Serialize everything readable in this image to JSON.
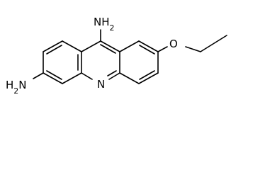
{
  "structure": {
    "atoms": {
      "amine_top": "NH",
      "amine_top_sub": "2",
      "amine_left": "H",
      "amine_left_sub": "2",
      "amine_left_n": "N",
      "ring_n": "N",
      "ether_o": "O"
    }
  },
  "colors": {
    "bond": "#000000",
    "background": "#ffffff"
  }
}
